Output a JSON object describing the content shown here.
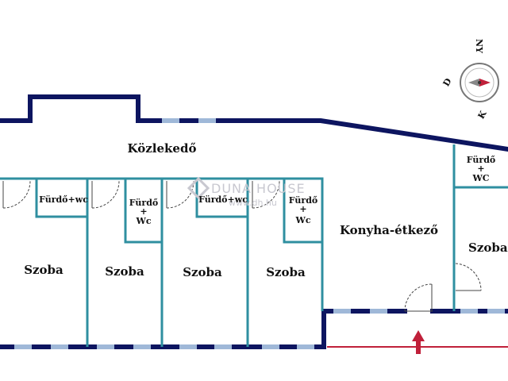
{
  "labels": {
    "kozlekedo": "Közlekedő",
    "furdo_wc_1": "Fürdő+wc",
    "furdo_wc_2": "Fürdő+wc",
    "furdo_wc_3_line1": "Fürdő",
    "furdo_wc_3_line2": "+",
    "furdo_wc_3_line3": "Wc",
    "furdo_wc_4_line1": "Fürdő",
    "furdo_wc_4_line2": "+",
    "furdo_wc_4_line3": "Wc",
    "furdo_wc_5_line1": "Fürdő",
    "furdo_wc_5_line2": "+",
    "furdo_wc_5_line3": "WC",
    "szoba_1": "Szoba",
    "szoba_2": "Szoba",
    "szoba_3": "Szoba",
    "szoba_4": "Szoba",
    "szoba_5": "Szoba",
    "konyha": "Konyha-étkező"
  },
  "compass": {
    "north": "NY",
    "east": "K",
    "south": "D"
  },
  "watermark": {
    "brand": "DUNA HOUSE",
    "url": "www.dh.hu"
  },
  "colors": {
    "outer_wall": "#0d1560",
    "inner_wall": "#2f8fa0",
    "window": "#9fb8d8",
    "entrance_arrow": "#c0203a"
  }
}
